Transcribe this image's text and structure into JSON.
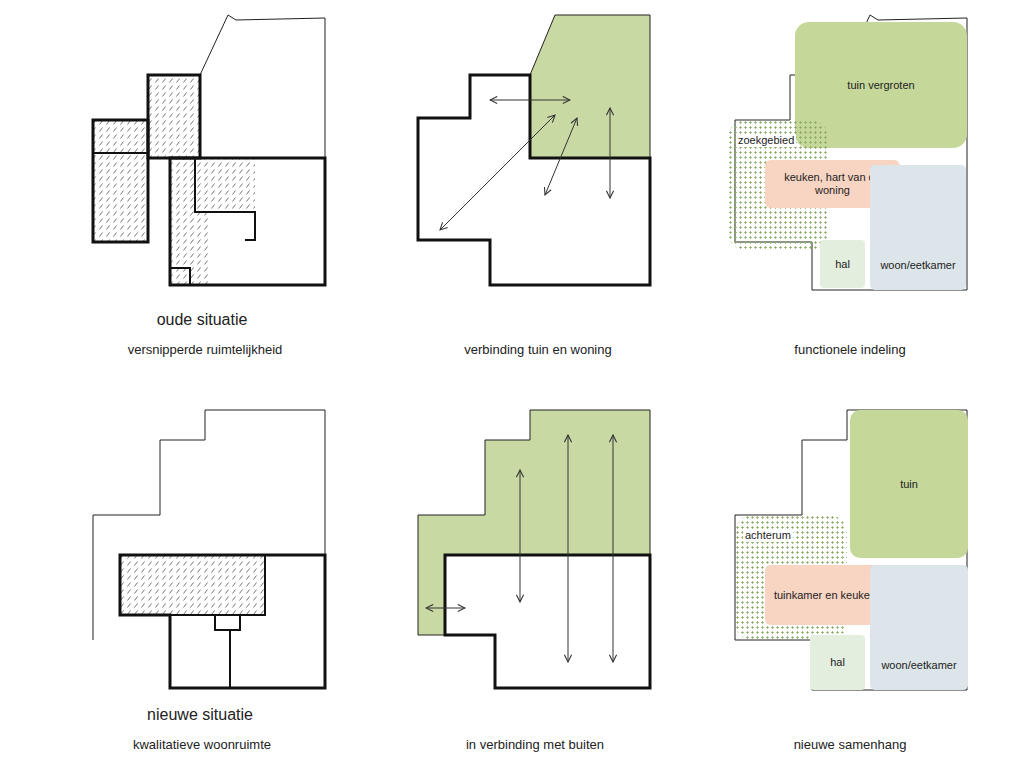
{
  "diagram": {
    "nodes": [
      {
        "text": [
          "tuin vergroten"
        ]
      },
      {
        "text": [
          "zoekgebied"
        ]
      },
      {
        "text": [
          "keuken, hart van de woning"
        ]
      },
      {
        "text": [
          "hal"
        ]
      },
      {
        "text": [
          "woon/eetkamer"
        ]
      },
      {
        "text": [
          "achterum"
        ]
      },
      {
        "text": [
          "tuin"
        ]
      },
      {
        "text": [
          "tuinkamer en keuken"
        ]
      },
      {
        "text": [
          "hal"
        ]
      },
      {
        "text": [
          "woon/eetkamer"
        ]
      }
    ],
    "labels": [
      "oude situatie",
      "versnipperde ruimtelijkheid",
      "verbinding tuin en woning",
      "functionele indeling",
      "nieuwe situatie",
      "kwalitatieve woonruimte",
      "in verbinding met buiten",
      "nieuwe samenhang"
    ]
  }
}
